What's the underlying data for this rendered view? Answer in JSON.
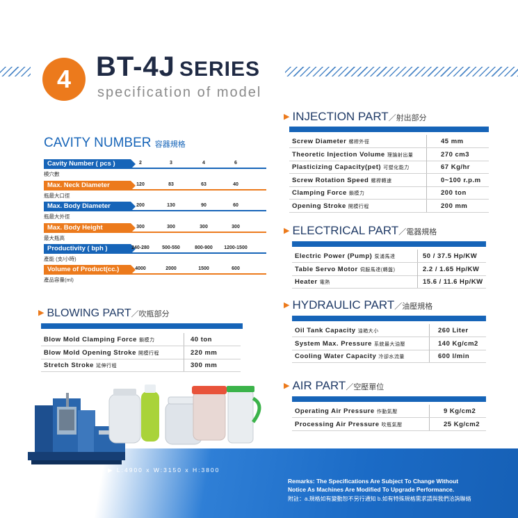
{
  "header": {
    "number": "4",
    "model": "BT-4J",
    "series": "SERIES",
    "subtitle": "specification of model"
  },
  "cavity": {
    "title": "CAVITY NUMBER",
    "title_zh": "容器規格",
    "rows": [
      {
        "label": "Cavity Number ( pcs )",
        "zh": "模穴數",
        "color": "blue",
        "values": [
          "2",
          "3",
          "4",
          "6"
        ]
      },
      {
        "label": "Max. Neck Diameter",
        "zh": "瓶最大口徑",
        "color": "orange",
        "values": [
          "120",
          "83",
          "63",
          "40"
        ]
      },
      {
        "label": "Max. Body Diameter",
        "zh": "瓶最大外徑",
        "color": "blue",
        "values": [
          "200",
          "130",
          "90",
          "60"
        ]
      },
      {
        "label": "Max. Body Height",
        "zh": "最大瓶高",
        "color": "orange",
        "values": [
          "300",
          "300",
          "300",
          "300"
        ]
      },
      {
        "label": "Productivity ( bph )",
        "zh": "產能 (支/小時)",
        "color": "blue",
        "values": [
          "240-280",
          "500-550",
          "800-900",
          "1200-1500"
        ]
      },
      {
        "label": "Volume of Product(cc.)",
        "zh": "產品容量(ml)",
        "color": "orange",
        "values": [
          "4000",
          "2000",
          "1500",
          "600"
        ]
      }
    ]
  },
  "injection": {
    "title": "INJECTION PART",
    "title_zh": "射出部分",
    "rows": [
      {
        "label": "Screw Diameter",
        "zh": "螺桿外徑",
        "value": "45  mm"
      },
      {
        "label": "Theoretic Injection Volume",
        "zh": "理論射出量",
        "value": "270  cm3"
      },
      {
        "label": "Plasticizing Capacity(pet)",
        "zh": "可塑化能力",
        "value": "67  Kg/hr"
      },
      {
        "label": "Screw Rotation Speed",
        "zh": "螺桿轉速",
        "value": "0~100  r.p.m"
      },
      {
        "label": "Clamping Force",
        "zh": "鎖模力",
        "value": "200  ton"
      },
      {
        "label": "Opening Stroke",
        "zh": "開模行程",
        "value": "200  mm"
      }
    ]
  },
  "electrical": {
    "title": "ELECTRICAL PART",
    "title_zh": "電器規格",
    "rows": [
      {
        "label": "Electric Power (Pump)",
        "zh": "泵浦馬達",
        "value": "50 / 37.5  Hp/KW"
      },
      {
        "label": "Table Servo Motor",
        "zh": "伺服馬達(轉盤)",
        "value": "2.2 / 1.65  Hp/KW"
      },
      {
        "label": "Heater",
        "zh": "電熱",
        "value": "15.6 / 11.6  Hp/KW"
      }
    ]
  },
  "hydraulic": {
    "title": "HYDRAULIC PART",
    "title_zh": "油壓規格",
    "rows": [
      {
        "label": "Oil Tank Capacity",
        "zh": "油箱大小",
        "value": "260  Liter"
      },
      {
        "label": "System Max. Pressure",
        "zh": "系統最大油壓",
        "value": "140  Kg/cm2"
      },
      {
        "label": "Cooling Water Capacity",
        "zh": "冷卻水流量",
        "value": "600  l/min"
      }
    ]
  },
  "air": {
    "title": "AIR PART",
    "title_zh": "空壓單位",
    "rows": [
      {
        "label": "Operating Air Pressure",
        "zh": "作動氣壓",
        "value": "9  Kg/cm2"
      },
      {
        "label": "Processing Air Pressure",
        "zh": "吹瓶氣壓",
        "value": "25  Kg/cm2"
      }
    ]
  },
  "blowing": {
    "title": "BLOWING PART",
    "title_zh": "吹瓶部分",
    "rows": [
      {
        "label": "Blow Mold Clamping Force",
        "zh": "鎖模力",
        "value": "40  ton"
      },
      {
        "label": "Blow Mold Opening Stroke",
        "zh": "開模行程",
        "value": "220  mm"
      },
      {
        "label": "Stretch Stroke",
        "zh": "延伸行程",
        "value": "300  mm"
      }
    ]
  },
  "footer": {
    "dimensions": "▶ L:4900 x W:3150 x H:3800",
    "remark_line1": "Remarks: The Specifications Are Subject To Change Without",
    "remark_line2": "Notice As Machines Are Modified To Upgrade Performance.",
    "remark_zh": "附註：a.規格如有變動恕不另行通知  b.如有特殊規格需求請與我們洽詢聯絡"
  },
  "colors": {
    "blue": "#1664b8",
    "orange": "#ec7a1c",
    "navy": "#1f2a44"
  }
}
